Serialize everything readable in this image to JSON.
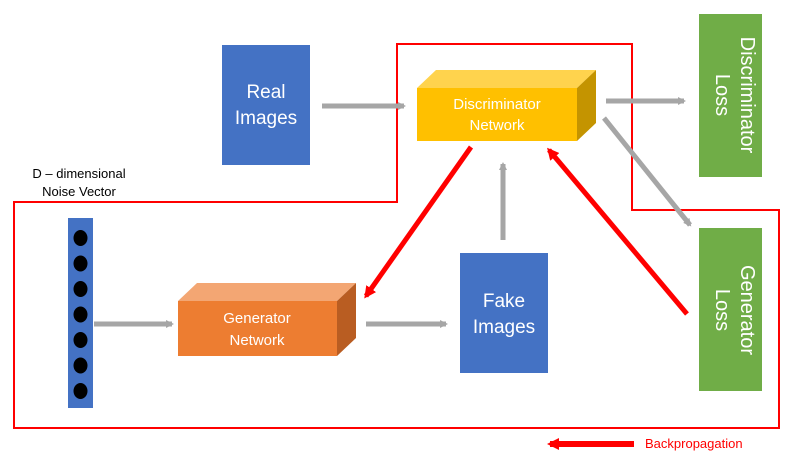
{
  "noise_vector": {
    "label_line1": "D – dimensional",
    "label_line2": "Noise Vector",
    "fill": "#4472C4",
    "node_fill": "#000000"
  },
  "real_images": {
    "line1": "Real",
    "line2": "Images",
    "fill": "#4472C4"
  },
  "fake_images": {
    "line1": "Fake",
    "line2": "Images",
    "fill": "#4472C4"
  },
  "discriminator": {
    "line1": "Discriminator",
    "line2": "Network",
    "front_fill": "#FFC000",
    "top_fill": "#FFD34D",
    "side_fill": "#C49400"
  },
  "generator": {
    "line1": "Generator",
    "line2": "Network",
    "front_fill": "#ED7D31",
    "top_fill": "#F3A673",
    "side_fill": "#B95D22"
  },
  "discriminator_loss": {
    "line1": "Discriminator",
    "line2": "Loss",
    "fill": "#70AD47"
  },
  "generator_loss": {
    "line1": "Generator",
    "line2": "Loss",
    "fill": "#70AD47"
  },
  "legend": {
    "label": "Backpropagation"
  },
  "colors": {
    "flow_arrow": "#A6A6A6",
    "backprop": "#FF0000"
  }
}
